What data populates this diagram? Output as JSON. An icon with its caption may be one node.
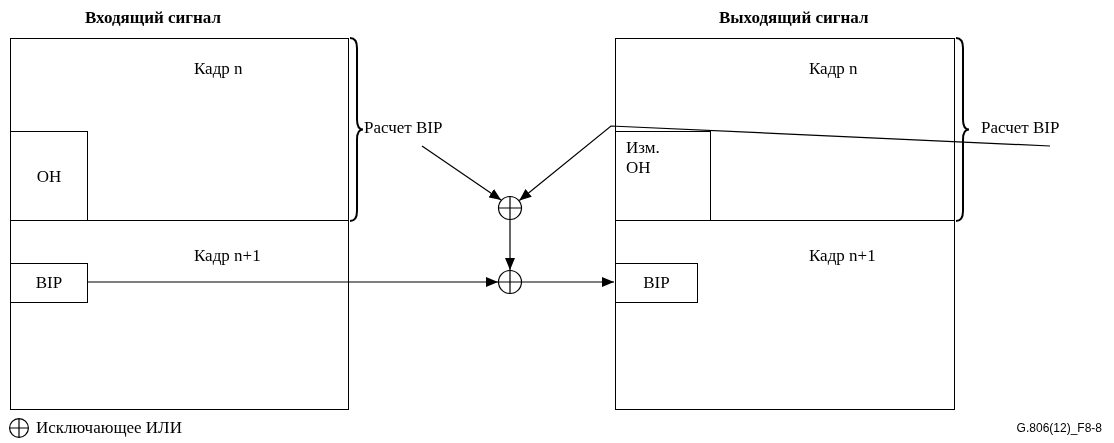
{
  "diagram": {
    "caption": "G.806(12)_F8-8",
    "nodes": [
      {
        "text": [
          "Кадр n"
        ]
      },
      {
        "text": [
          "OH"
        ],
        "in": 0
      },
      {
        "text": [
          "Кадр n+1"
        ]
      },
      {
        "text": [
          "BIP"
        ],
        "in": 2
      },
      {
        "text": [
          "Кадр n"
        ]
      },
      {
        "text": [
          "Изм. OH"
        ],
        "in": 4
      },
      {
        "text": [
          "Кадр n+1"
        ]
      },
      {
        "text": [
          "BIP"
        ],
        "in": 6
      },
      {
        "text": [
          "Расчет BIP"
        ]
      },
      {
        "text": [
          "Расчет BIP"
        ]
      },
      {
        "text": [],
        "shape": "circle"
      },
      {
        "text": [],
        "shape": "circle"
      }
    ],
    "edges": [
      {
        "from": 8,
        "to": 10,
        "arrow": "to"
      },
      {
        "from": 9,
        "to": 10,
        "arrow": "to"
      },
      {
        "from": 10,
        "to": 11,
        "arrow": "to"
      },
      {
        "from": 3,
        "to": 11,
        "arrow": "to"
      },
      {
        "from": 11,
        "to": 7,
        "arrow": "to"
      }
    ],
    "labels": [
      "Входящий сигнал",
      "Выходящий сигнал"
    ],
    "legend": [
      {
        "text": "Исключающее ИЛИ"
      }
    ]
  }
}
